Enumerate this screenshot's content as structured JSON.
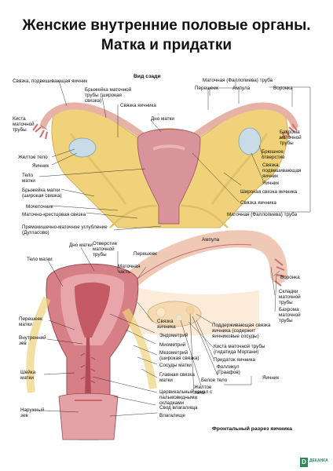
{
  "title": {
    "line1": "Женские внутренние половые органы.",
    "line2": "Матка и придатки"
  },
  "top_view": {
    "caption": "Вид сзади",
    "left_labels": [
      "Связка, подвешивающая яичник",
      "Брыжейка маточной трубы (широкая связка)",
      "Киста маточной трубы",
      "Связка яичника",
      "Дно матки",
      "Желтое тело",
      "Яичник",
      "Тело матки",
      "Брыжейка матки (широкая связка)",
      "Мочеточник",
      "Маточно-крестцовая связка",
      "Прямокишечно-маточное углубление (Дугласово)"
    ],
    "right_labels": [
      "Маточная (Фаллопиева) труба",
      "Перешеек",
      "Ампула",
      "Воронка",
      "Бахрома маточной трубы",
      "Брюшное отверстие",
      "Связка, подвешивающая яичник",
      "Яичник",
      "Широкая связка яичника",
      "Связка яичника",
      "Маточная (Фаллопиева) труба"
    ]
  },
  "bottom_view": {
    "caption": "Фронтальный разрез яичника",
    "labels": [
      "Дно матки",
      "Отверстие маточной трубы",
      "Ампула",
      "Перешеек",
      "Маточная часть",
      "Тело матки",
      "Воронка",
      "Складки маточной трубы",
      "Бахрома маточной трубы",
      "Перешеек матки",
      "Связка яичника",
      "Эндометрий",
      "Миометрий",
      "Поддерживающая связка яичника (содержит яичниковые сосуды)",
      "Внутренний зев",
      "Мезометрий (широкая связка)",
      "Сосуды матки",
      "Киста маточной трубы (гидатида Моргани)",
      "Придаток яичника",
      "Шейка матки",
      "Главная связка матки",
      "Фолликул (Граафов)",
      "Белое тело",
      "Желтое тело",
      "Яичник",
      "Цервикальный канал с пальмовидными складками",
      "Наружный зев",
      "Свод влагалища",
      "Влагалище"
    ]
  },
  "logo": {
    "mark": "D",
    "text": "ДЕКАНКА"
  },
  "colors": {
    "uterus": "#d9939a",
    "tube": "#e7b2a6",
    "ligament": "#f0d27a",
    "ovary": "#c9dbe6"
  }
}
